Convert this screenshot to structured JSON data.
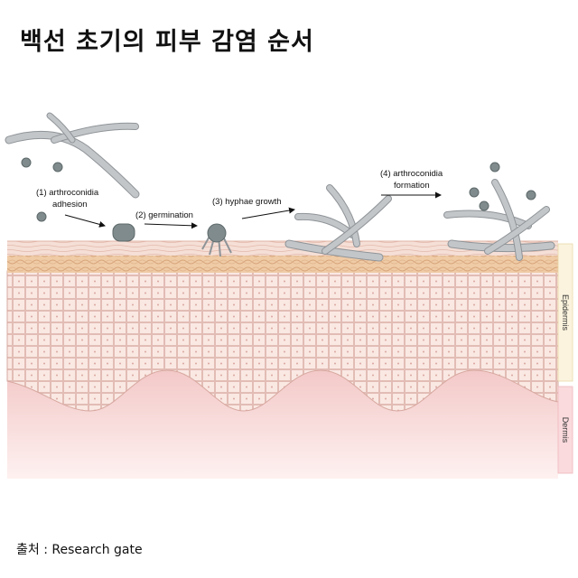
{
  "title": "백선 초기의 피부 감염 순서",
  "source": "출처 : Research gate",
  "steps": [
    {
      "line1": "(1) arthroconidia",
      "line2": "adhesion"
    },
    {
      "line1": "(2) germination",
      "line2": ""
    },
    {
      "line1": "(3) hyphae growth",
      "line2": ""
    },
    {
      "line1": "(4) arthroconidia",
      "line2": "formation"
    }
  ],
  "layers": {
    "epidermis": "Epidermis",
    "dermis": "Dermis"
  },
  "colors": {
    "hyphae": "#b9bcc0",
    "spore": "#7d8a8c",
    "stratum_corneum": "#f2d8cf",
    "granular": "#ecc7a2",
    "cells": "#f9e6e1",
    "dermis": "#f6d3d4",
    "epidermis_bar": "#fbf3dd",
    "dermis_bar": "#fadadd"
  }
}
